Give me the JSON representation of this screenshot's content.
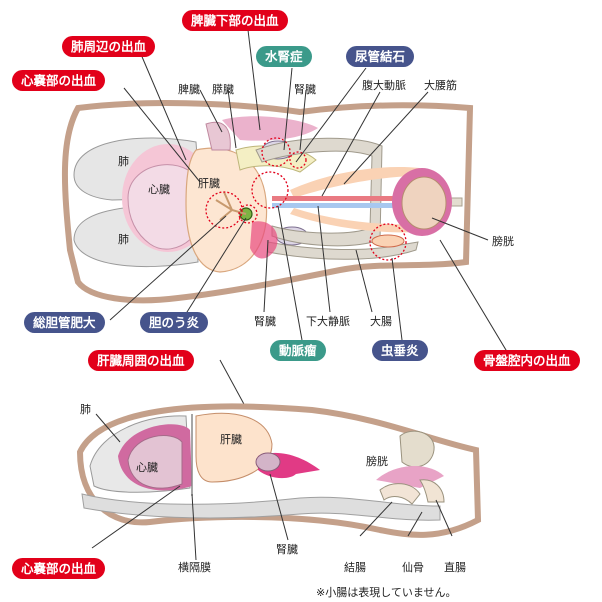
{
  "pills": {
    "spleen_lower_bleeding": "脾臓下部の出血",
    "hydronephrosis": "水腎症",
    "urolithiasis": "尿管結石",
    "peri_lung_bleeding": "肺周辺の出血",
    "pericardial_bleeding_top": "心嚢部の出血",
    "cbd_dilation": "総胆管肥大",
    "cholecystitis": "胆のう炎",
    "aneurysm": "動脈瘤",
    "appendicitis": "虫垂炎",
    "peri_liver_bleeding": "肝臓周囲の出血",
    "pelvic_bleeding": "骨盤腔内の出血",
    "pericardial_bleeding_bottom": "心嚢部の出血"
  },
  "top_labels": {
    "spleen": "脾臓",
    "pancreas": "膵臓",
    "kidney_top": "腎臓",
    "aorta": "腹大動脈",
    "psoas": "大腰筋",
    "lung_upper": "肺",
    "heart": "心臓",
    "liver": "肝臓",
    "lung_lower": "肺",
    "bladder": "膀胱",
    "kidney_bottom": "腎臓",
    "ivc": "下大静脈",
    "colon": "大腸"
  },
  "side_labels": {
    "lung": "肺",
    "heart": "心臓",
    "liver": "肝臓",
    "bladder": "膀胱",
    "diaphragm": "横隔膜",
    "kidney": "腎臓",
    "colon": "結腸",
    "sacrum": "仙骨",
    "rectum": "直腸"
  },
  "note": "※小腸は表現していません。"
}
